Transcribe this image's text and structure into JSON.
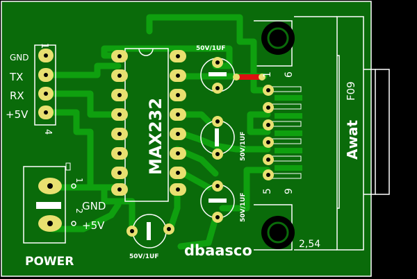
{
  "colors": {
    "copper": "#0a6b0a",
    "copper_bright": "#0fa00f",
    "silk": "#ffffff",
    "pad": "#e8e070",
    "pad_hole": "#000000",
    "highlight": "#dd1010",
    "background": "#000000"
  },
  "header": {
    "pin1": "1",
    "pin4": "4",
    "labels": [
      "GND",
      "TX",
      "RX",
      "+5V"
    ]
  },
  "chip": {
    "name": "MAX232"
  },
  "capacitors": [
    {
      "label": "50V/1UF"
    },
    {
      "label": "50V/1UF"
    },
    {
      "label": "50V/1UF"
    },
    {
      "label": "50V/1UF"
    }
  ],
  "power": {
    "title": "POWER",
    "pin1": "1",
    "pin2": "2",
    "gnd": "GND",
    "vcc": "+5V"
  },
  "db9": {
    "pin1": "1",
    "pin6": "6",
    "pin5": "5",
    "pin9": "9",
    "ref": "F09",
    "type": "Awat",
    "pitch": "2,54"
  },
  "brand": "dbaasco"
}
